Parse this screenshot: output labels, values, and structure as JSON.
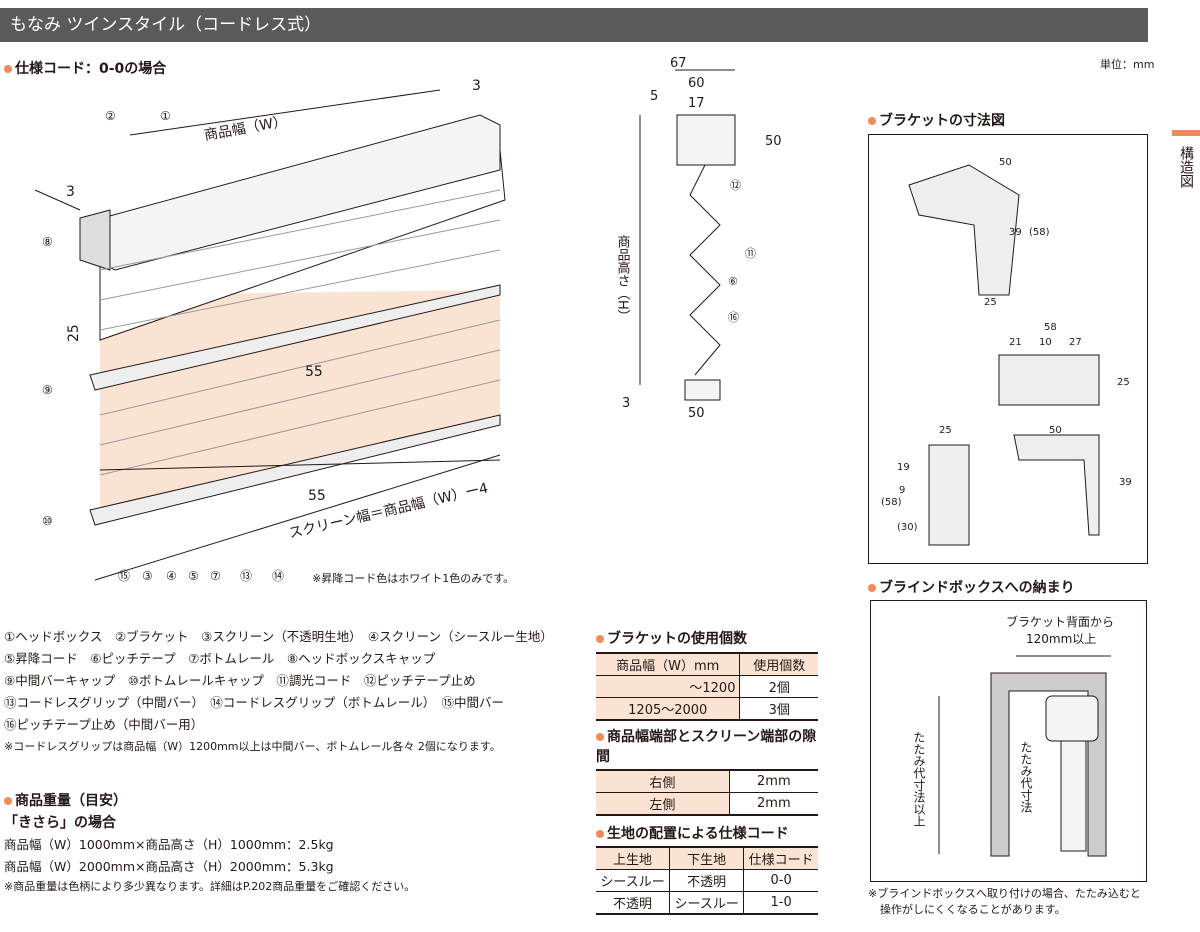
{
  "title": "もなみ ツインスタイル（コードレス式）",
  "unit": "単位：mm",
  "side_tab": "構造図",
  "spec_heading": "仕様コード：0-0の場合",
  "main_diagram": {
    "width_label": "商品幅（W）",
    "dim_3a": "3",
    "dim_3b": "3",
    "dim_25": "25",
    "dim_55a": "55",
    "dim_55b": "55",
    "screen_width": "スクリーン幅＝商品幅（W）ー4",
    "callouts": {
      "c1": "①",
      "c2": "②",
      "c8": "⑧",
      "c9": "⑨",
      "c10": "⑩",
      "c15": "⑮",
      "c3": "③",
      "c4": "④",
      "c5": "⑤",
      "c7": "⑦",
      "c13": "⑬",
      "c14": "⑭"
    },
    "note": "※昇降コード色はホワイト1色のみです。"
  },
  "side_diagram": {
    "d67": "67",
    "d60": "60",
    "d17": "17",
    "d5": "5",
    "d50": "50",
    "height": "商品高さ（H）",
    "d3": "3",
    "d50b": "50",
    "c12": "⑫",
    "c11": "⑪",
    "c6": "⑥",
    "c16": "⑯"
  },
  "bracket": {
    "heading": "ブラケットの寸法図",
    "d50": "50",
    "d39": "39",
    "d58p": "(58)",
    "d25": "25",
    "d58": "58",
    "d21": "21",
    "d10": "10",
    "d27": "27",
    "d25r": "25",
    "d25b": "25",
    "d50b": "50",
    "d19": "19",
    "d9": "9",
    "d58b": "(58)",
    "d30": "(30)",
    "d39b": "39"
  },
  "box": {
    "heading": "ブラインドボックスへの納まり",
    "top_label_1": "ブラケット背面から",
    "top_label_2": "120mm以上",
    "left_label": "たたみ代寸法以上",
    "inner_label": "たたみ代寸法",
    "note_1": "※ブラインドボックスへ取り付けの場合、たたみ込むと",
    "note_2": "操作がしにくくなることがあります。"
  },
  "legend": [
    "①ヘッドボックス　②ブラケット　③スクリーン（不透明生地）　④スクリーン（シースルー生地）",
    "⑤昇降コード　⑥ピッチテープ　⑦ボトムレール　⑧ヘッドボックスキャップ",
    "⑨中間バーキャップ　⑩ボトムレールキャップ　⑪調光コード　⑫ピッチテープ止め",
    "⑬コードレスグリップ（中間バー）　⑭コードレスグリップ（ボトムレール）　⑮中間バー",
    "⑯ピッチテープ止め（中間バー用）"
  ],
  "legend_note": "※コードレスグリップは商品幅（W）1200mm以上は中間バー、ボトムレール各々 2個になります。",
  "weight": {
    "heading": "商品重量（目安）",
    "sub": "「きさら」の場合",
    "lines": [
      "商品幅（W）1000mm×商品高さ（H）1000mm：2.5kg",
      "商品幅（W）2000mm×商品高さ（H）2000mm：5.3kg"
    ],
    "note": "※商品重量は色柄により多少異なります。詳細はP.202商品重量をご確認ください。"
  },
  "bracket_count": {
    "heading": "ブラケットの使用個数",
    "headers": [
      "商品幅（W）mm",
      "使用個数"
    ],
    "rows": [
      [
        "～1200",
        "2個"
      ],
      [
        "1205～2000",
        "3個"
      ]
    ]
  },
  "gap": {
    "heading": "商品幅端部とスクリーン端部の隙間",
    "rows": [
      [
        "右側",
        "2mm"
      ],
      [
        "左側",
        "2mm"
      ]
    ]
  },
  "fabric": {
    "heading": "生地の配置による仕様コード",
    "headers": [
      "上生地",
      "下生地",
      "仕様コード"
    ],
    "rows": [
      [
        "シースルー",
        "不透明",
        "0-0"
      ],
      [
        "不透明",
        "シースルー",
        "1-0"
      ]
    ]
  }
}
